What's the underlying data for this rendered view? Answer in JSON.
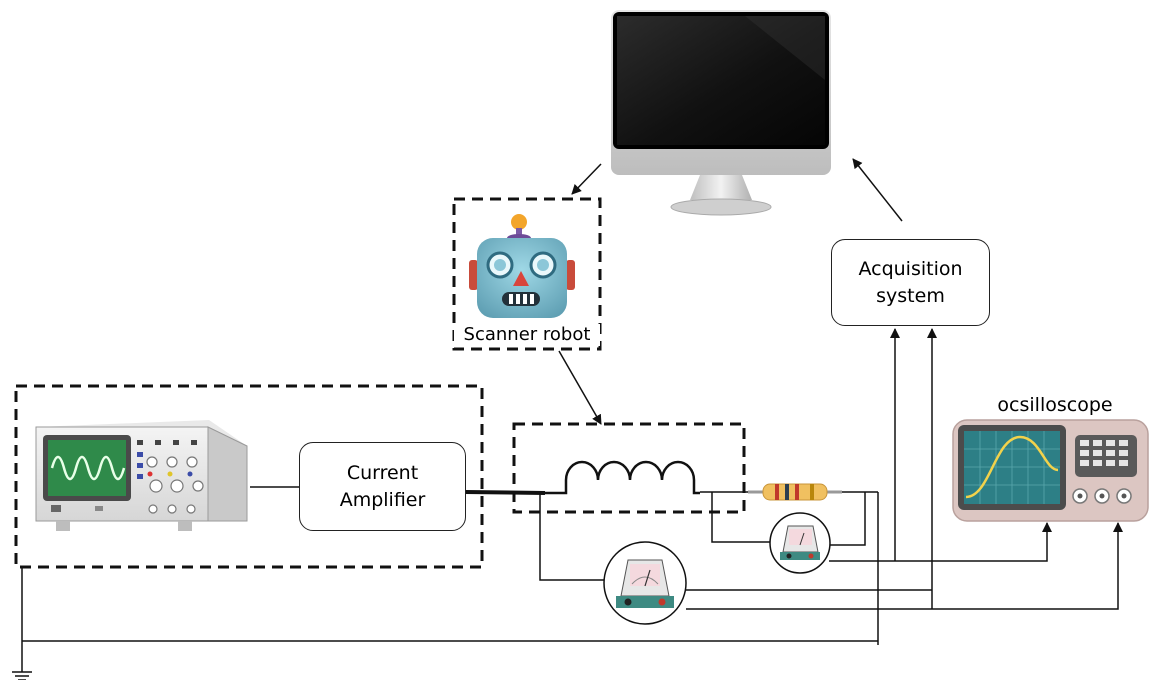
{
  "diagram": {
    "nodes": {
      "computer": {
        "icon": "monitor-icon"
      },
      "robot": {
        "label": "Scanner robot",
        "icon": "robot-icon"
      },
      "signal_generator": {
        "icon": "signal-generator-icon"
      },
      "current_amplifier": {
        "line1": "Current",
        "line2": "Amplifier"
      },
      "coil": {
        "icon": "inductor-coil-icon"
      },
      "resistor": {
        "icon": "resistor-icon"
      },
      "voltmeter_small": {
        "icon": "voltmeter-icon"
      },
      "voltmeter_large": {
        "icon": "voltmeter-icon"
      },
      "acquisition": {
        "line1": "Acquisition",
        "line2": "system"
      },
      "oscilloscope": {
        "label": "ocsilloscope",
        "icon": "oscilloscope-icon"
      },
      "ground": {
        "icon": "ground-icon"
      }
    },
    "colors": {
      "line": "#111111",
      "screen_green": "#2f8a4a",
      "osc_case": "#dcc6c2",
      "meter_pink": "#f4d9de"
    }
  }
}
